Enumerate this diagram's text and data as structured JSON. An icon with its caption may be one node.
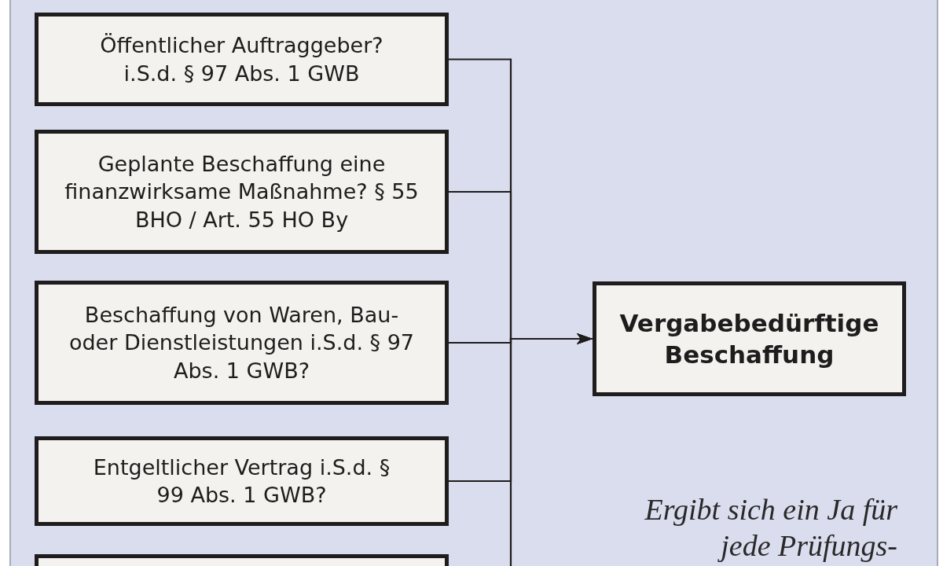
{
  "diagram": {
    "nodes": [
      {
        "text": [
          "Öffentlicher Auftraggeber? i.S.d. § 97 Abs. 1 GWB"
        ]
      },
      {
        "text": [
          "Geplante Beschaffung eine finanzwirksame Maßnahme? § 55 BHO / Art. 55 HO By"
        ]
      },
      {
        "text": [
          "Beschaffung von Waren, Bau- oder Dienstleistungen i.S.d. § 97 Abs. 1 GWB?"
        ]
      },
      {
        "text": [
          "Entgeltlicher Vertrag i.S.d. § 99 Abs. 1 GWB?"
        ]
      },
      {
        "text": [],
        "shape": "box"
      },
      {
        "text": [
          "Vergabebedürftige Beschaffung"
        ]
      }
    ],
    "edges": [
      {
        "from": 0,
        "to": 5,
        "arrow": "to"
      },
      {
        "from": 1,
        "to": 5,
        "arrow": "to"
      },
      {
        "from": 2,
        "to": 5,
        "arrow": "to"
      },
      {
        "from": 3,
        "to": 5,
        "arrow": "to"
      },
      {
        "from": 4,
        "to": 5,
        "arrow": "to"
      }
    ],
    "labels": [
      "Ergibt sich ein Ja für jede Prüfungs-"
    ]
  }
}
